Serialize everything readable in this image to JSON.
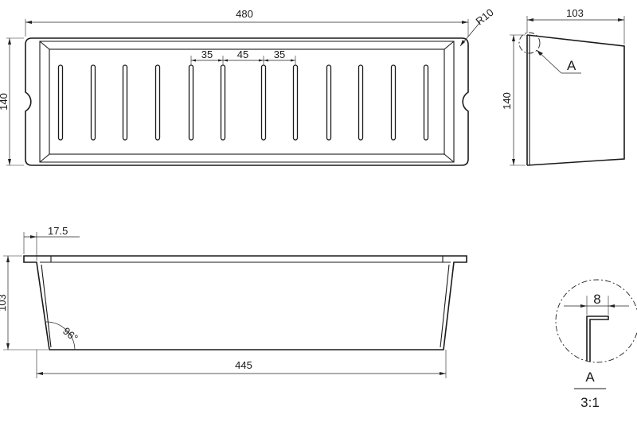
{
  "top_view": {
    "length": "480",
    "width": "140",
    "corner_radius": "R10",
    "slot_pitch_left": "35",
    "slot_pitch_mid": "45",
    "slot_pitch_right": "35"
  },
  "side_view": {
    "width": "103",
    "height": "140",
    "detail_label": "A"
  },
  "front_view": {
    "flange": "17.5",
    "height": "103",
    "angle": "96°",
    "bottom_length": "445"
  },
  "detail": {
    "dimension": "8",
    "label": "A",
    "scale": "3:1"
  }
}
